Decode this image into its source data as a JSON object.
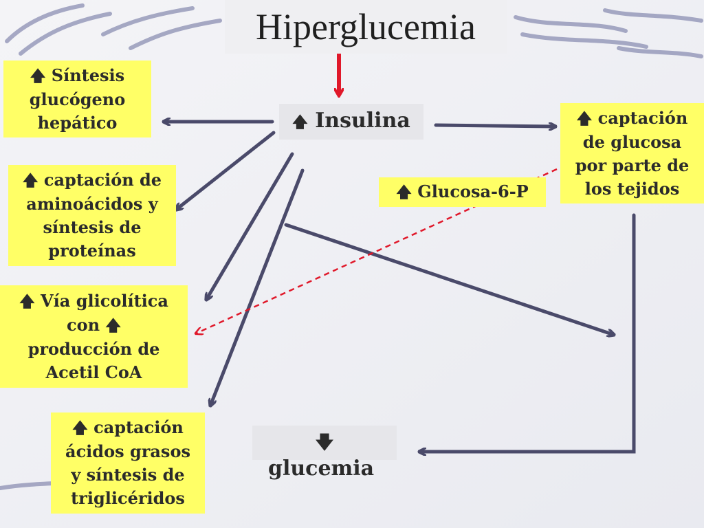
{
  "colors": {
    "box_fill": "#ffff66",
    "arrow": "#4a4a6a",
    "red_arrow": "#e0182a",
    "dashed": "#e0182a",
    "background": "#eeeff3"
  },
  "title": "Hiperglucemia",
  "up_glyph": "🡅",
  "down_glyph": "🡇",
  "insulina": {
    "glyph": "🡅",
    "label": "Insulina"
  },
  "glicemia": {
    "glyph": "🡇",
    "label": "glucemia"
  },
  "boxes": {
    "sintesis": {
      "glyph": "🡅",
      "lines": [
        "Síntesis",
        "glucógeno",
        "hepático"
      ]
    },
    "captacion_tejidos": {
      "glyph": "🡅",
      "lines": [
        "captación",
        "de glucosa",
        "por parte de",
        "los tejidos"
      ]
    },
    "aminoacidos": {
      "glyph": "🡅",
      "lines": [
        "captación de",
        "aminoácidos y",
        "síntesis de",
        "proteínas"
      ]
    },
    "glucosa6p": {
      "glyph": "🡅",
      "lines": [
        "Glucosa-6-P"
      ]
    },
    "via": {
      "glyph": "🡅",
      "lines": [
        "Vía glicolítica",
        "con",
        "producción de",
        "Acetil CoA"
      ],
      "inner_glyph": "🡅"
    },
    "acidos": {
      "glyph": "🡅",
      "lines": [
        "captación",
        "ácidos grasos",
        "y síntesis de",
        "triglicéridos"
      ]
    }
  }
}
